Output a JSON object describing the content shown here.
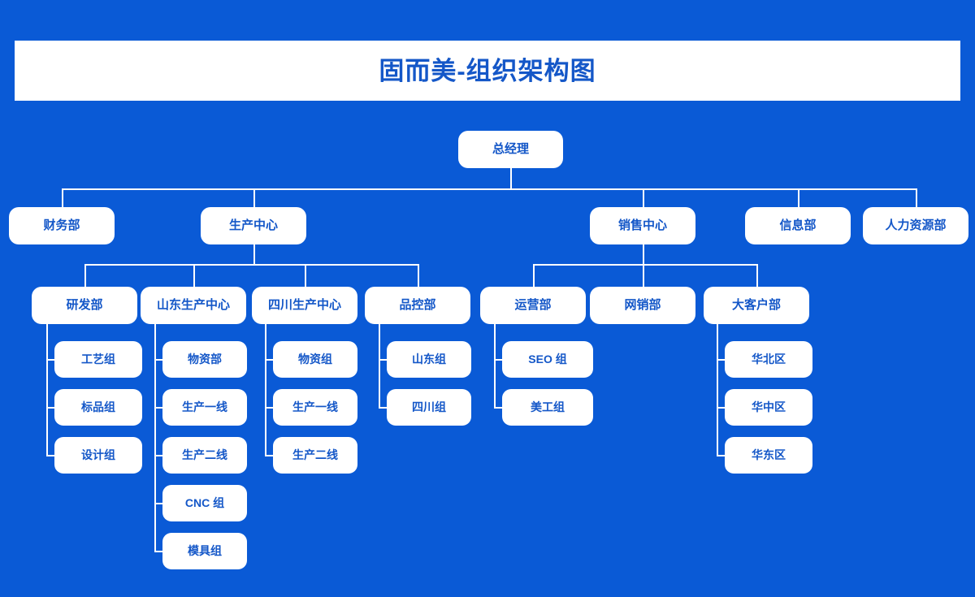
{
  "header": {
    "title": "固而美-组织架构图"
  },
  "theme": {
    "background": "#0a5ad6",
    "node_fill": "#ffffff",
    "text_color": "#1457c8",
    "connector_color": "#ffffff"
  },
  "chart_data": {
    "type": "diagram",
    "diagram_kind": "organization-chart",
    "title": "固而美-组织架构图",
    "orientation": "top-down",
    "root": "总经理",
    "nodes": [
      {
        "id": "n0",
        "label": "总经理",
        "level": 0,
        "parent": null
      },
      {
        "id": "n1",
        "label": "财务部",
        "level": 1,
        "parent": "n0"
      },
      {
        "id": "n2",
        "label": "生产中心",
        "level": 1,
        "parent": "n0"
      },
      {
        "id": "n3",
        "label": "销售中心",
        "level": 1,
        "parent": "n0"
      },
      {
        "id": "n4",
        "label": "信息部",
        "level": 1,
        "parent": "n0"
      },
      {
        "id": "n5",
        "label": "人力资源部",
        "level": 1,
        "parent": "n0"
      },
      {
        "id": "n6",
        "label": "研发部",
        "level": 2,
        "parent": "n2"
      },
      {
        "id": "n7",
        "label": "山东生产中心",
        "level": 2,
        "parent": "n2"
      },
      {
        "id": "n8",
        "label": "四川生产中心",
        "level": 2,
        "parent": "n2"
      },
      {
        "id": "n9",
        "label": "品控部",
        "level": 2,
        "parent": "n2"
      },
      {
        "id": "n10",
        "label": "运营部",
        "level": 2,
        "parent": "n3"
      },
      {
        "id": "n11",
        "label": "网销部",
        "level": 2,
        "parent": "n3"
      },
      {
        "id": "n12",
        "label": "大客户部",
        "level": 2,
        "parent": "n3"
      },
      {
        "id": "n13",
        "label": "工艺组",
        "level": 3,
        "parent": "n6"
      },
      {
        "id": "n14",
        "label": "标品组",
        "level": 3,
        "parent": "n6"
      },
      {
        "id": "n15",
        "label": "设计组",
        "level": 3,
        "parent": "n6"
      },
      {
        "id": "n16",
        "label": "物资部",
        "level": 3,
        "parent": "n7"
      },
      {
        "id": "n17",
        "label": "生产一线",
        "level": 3,
        "parent": "n7"
      },
      {
        "id": "n18",
        "label": "生产二线",
        "level": 3,
        "parent": "n7"
      },
      {
        "id": "n19",
        "label": "CNC 组",
        "level": 3,
        "parent": "n7"
      },
      {
        "id": "n20",
        "label": "模具组",
        "level": 3,
        "parent": "n7"
      },
      {
        "id": "n21",
        "label": "物资组",
        "level": 3,
        "parent": "n8"
      },
      {
        "id": "n22",
        "label": "生产一线",
        "level": 3,
        "parent": "n8"
      },
      {
        "id": "n23",
        "label": "生产二线",
        "level": 3,
        "parent": "n8"
      },
      {
        "id": "n24",
        "label": "山东组",
        "level": 3,
        "parent": "n9"
      },
      {
        "id": "n25",
        "label": "四川组",
        "level": 3,
        "parent": "n9"
      },
      {
        "id": "n26",
        "label": "SEO 组",
        "level": 3,
        "parent": "n10"
      },
      {
        "id": "n27",
        "label": "美工组",
        "level": 3,
        "parent": "n10"
      },
      {
        "id": "n28",
        "label": "华北区",
        "level": 3,
        "parent": "n12"
      },
      {
        "id": "n29",
        "label": "华中区",
        "level": 3,
        "parent": "n12"
      },
      {
        "id": "n30",
        "label": "华东区",
        "level": 3,
        "parent": "n12"
      }
    ]
  },
  "nodes": {
    "n0": {
      "label": "总经理"
    },
    "n1": {
      "label": "财务部"
    },
    "n2": {
      "label": "生产中心"
    },
    "n3": {
      "label": "销售中心"
    },
    "n4": {
      "label": "信息部"
    },
    "n5": {
      "label": "人力资源部"
    },
    "n6": {
      "label": "研发部"
    },
    "n7": {
      "label": "山东生产中心"
    },
    "n8": {
      "label": "四川生产中心"
    },
    "n9": {
      "label": "品控部"
    },
    "n10": {
      "label": "运营部"
    },
    "n11": {
      "label": "网销部"
    },
    "n12": {
      "label": "大客户部"
    },
    "n13": {
      "label": "工艺组"
    },
    "n14": {
      "label": "标品组"
    },
    "n15": {
      "label": "设计组"
    },
    "n16": {
      "label": "物资部"
    },
    "n17": {
      "label": "生产一线"
    },
    "n18": {
      "label": "生产二线"
    },
    "n19": {
      "label": "CNC 组"
    },
    "n20": {
      "label": "模具组"
    },
    "n21": {
      "label": "物资组"
    },
    "n22": {
      "label": "生产一线"
    },
    "n23": {
      "label": "生产二线"
    },
    "n24": {
      "label": "山东组"
    },
    "n25": {
      "label": "四川组"
    },
    "n26": {
      "label": "SEO 组"
    },
    "n27": {
      "label": "美工组"
    },
    "n28": {
      "label": "华北区"
    },
    "n29": {
      "label": "华中区"
    },
    "n30": {
      "label": "华东区"
    }
  }
}
